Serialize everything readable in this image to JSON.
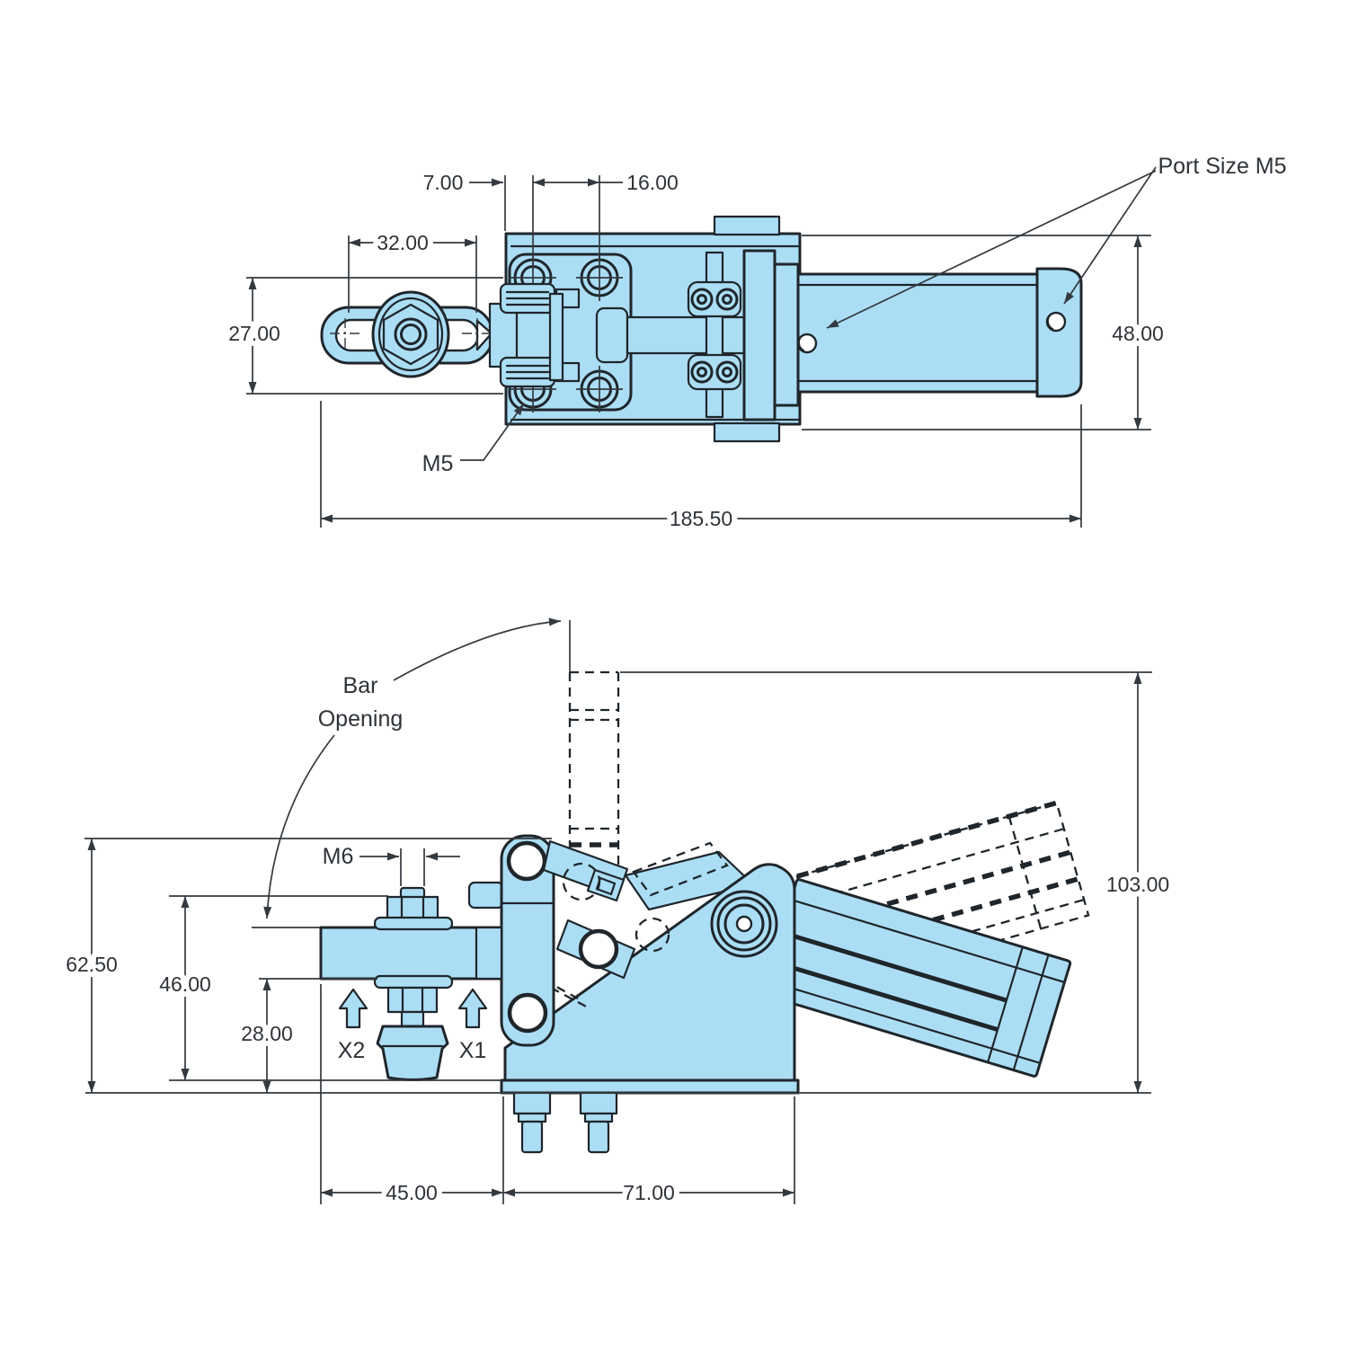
{
  "colors": {
    "part_fill": "#ABDEF5",
    "outline": "#1F262B",
    "dim_line": "#33393E",
    "text_color": "#2E3338"
  },
  "top_view": {
    "dim_7": "7.00",
    "dim_16": "16.00",
    "dim_32": "32.00",
    "dim_27": "27.00",
    "dim_48": "48.00",
    "dim_185_5": "185.50",
    "thread_callout": "M5",
    "port_callout": "Port Size M5"
  },
  "side_view": {
    "bar_opening_line1": "Bar",
    "bar_opening_line2": "Opening",
    "thread_callout": "M6",
    "dim_62_5": "62.50",
    "dim_46": "46.00",
    "dim_28": "28.00",
    "dim_103": "103.00",
    "dim_45": "45.00",
    "dim_71": "71.00",
    "port_x2": "X2",
    "port_x1": "X1"
  }
}
